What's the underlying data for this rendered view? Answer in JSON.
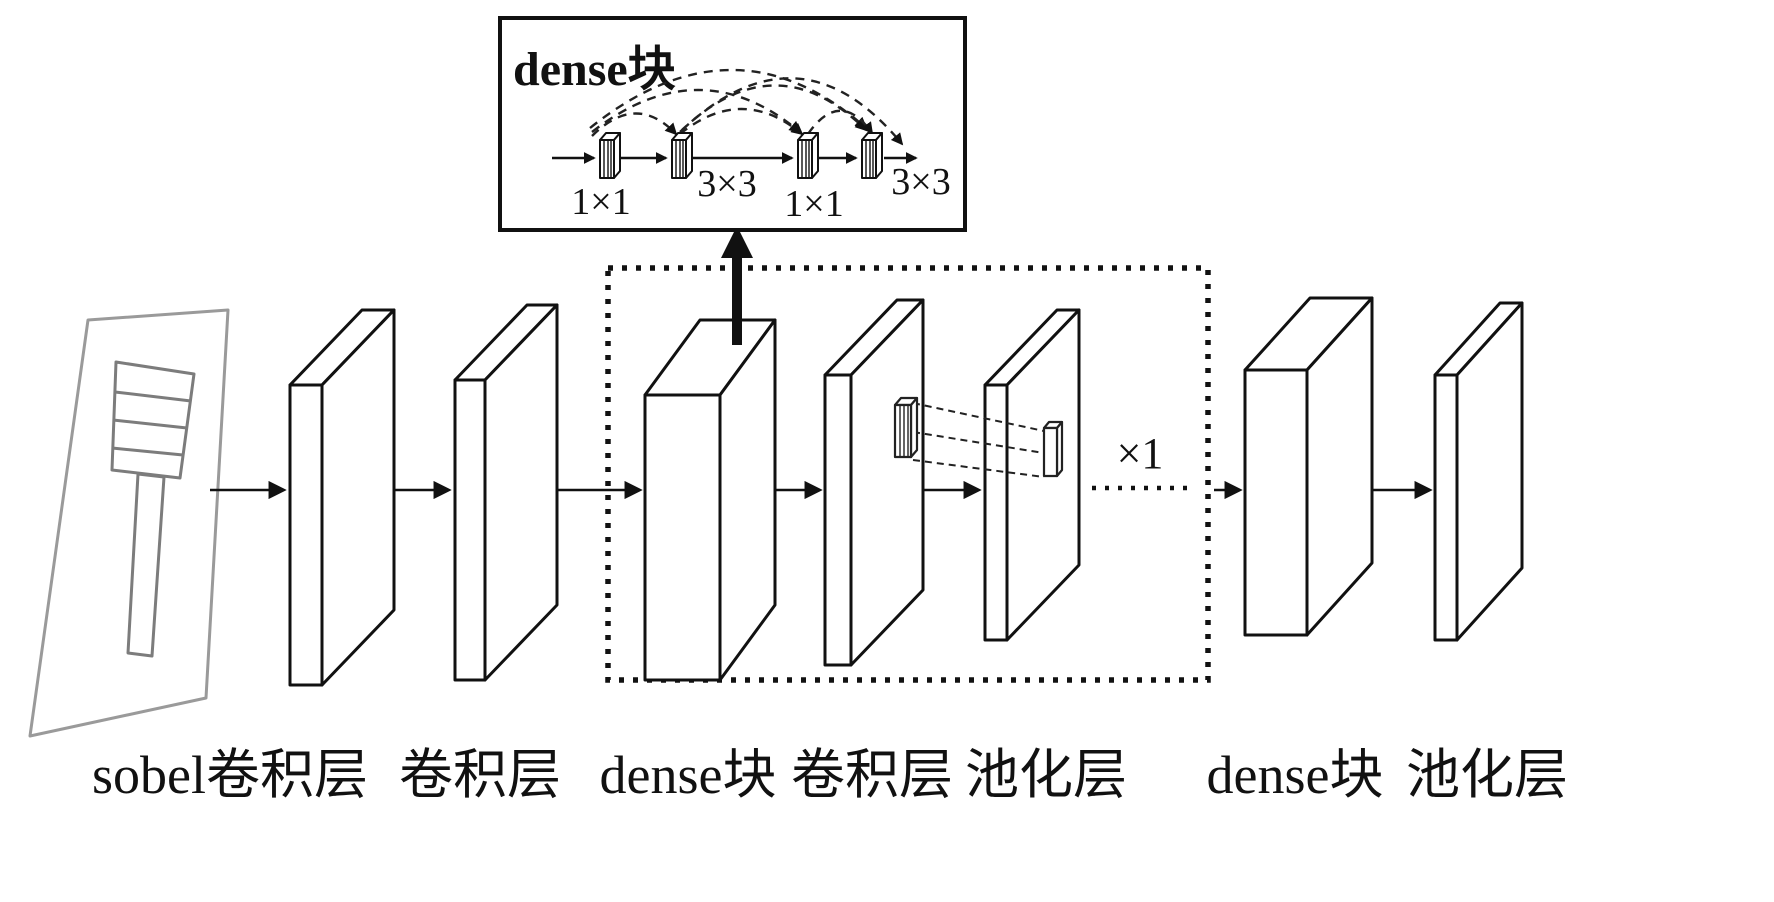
{
  "inset": {
    "title": "dense块",
    "kernel_labels": [
      "1×1",
      "3×3",
      "1×1",
      "3×3"
    ]
  },
  "repeat_label": "×1",
  "layer_labels": [
    "sobel卷积层",
    "卷积层",
    "dense块",
    "卷积层",
    "池化层",
    "dense块",
    "池化层"
  ],
  "colors": {
    "ink": "#111111",
    "sketch_gray": "#8a8a8a",
    "background": "#ffffff"
  }
}
